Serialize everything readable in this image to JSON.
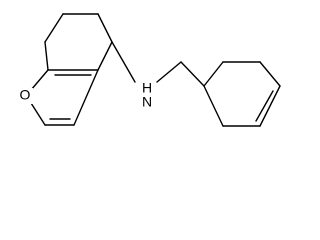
{
  "molecule": {
    "atom_labels": {
      "oxygen": "O",
      "nitrogen_h": "H",
      "nitrogen": "N"
    }
  },
  "colors": {
    "bond": "#000000",
    "background": "#ffffff"
  }
}
